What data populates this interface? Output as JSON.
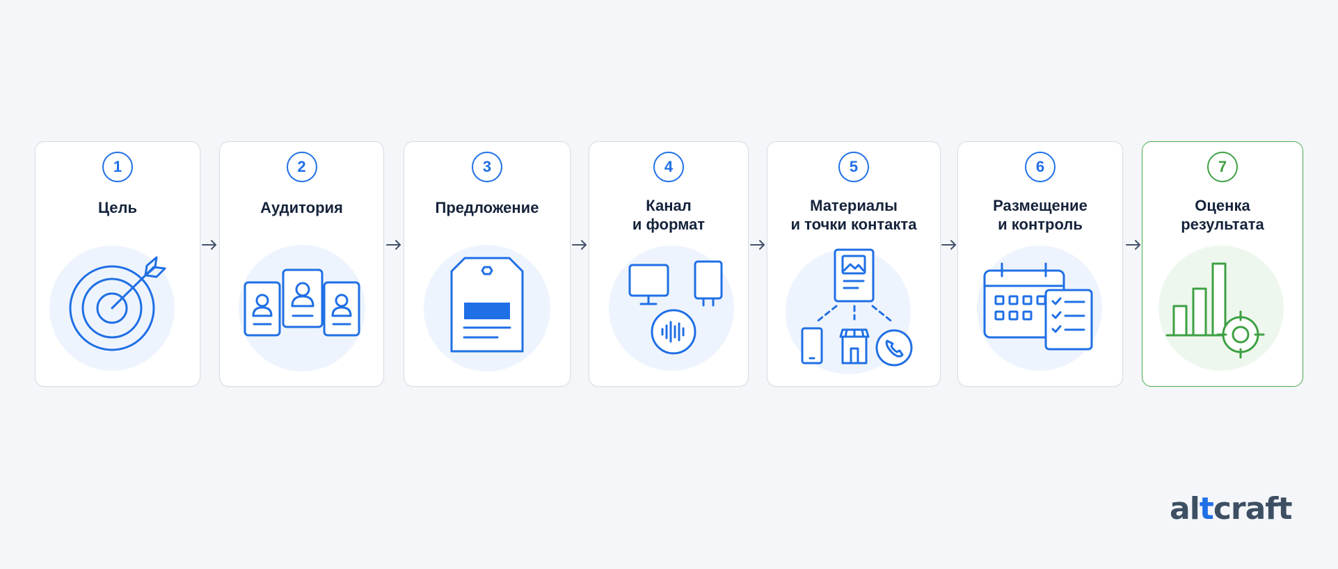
{
  "steps": [
    {
      "number": "1",
      "title_lines": [
        "Цель"
      ],
      "icon": "target-arrow-icon"
    },
    {
      "number": "2",
      "title_lines": [
        "Аудитория"
      ],
      "icon": "audience-profiles-icon"
    },
    {
      "number": "3",
      "title_lines": [
        "Предложение"
      ],
      "icon": "price-tag-icon"
    },
    {
      "number": "4",
      "title_lines": [
        "Канал",
        "и формат"
      ],
      "icon": "channel-devices-icon"
    },
    {
      "number": "5",
      "title_lines": [
        "Материалы",
        "и точки контакта"
      ],
      "icon": "touchpoints-icon"
    },
    {
      "number": "6",
      "title_lines": [
        "Размещение",
        "и контроль"
      ],
      "icon": "calendar-checklist-icon"
    },
    {
      "number": "7",
      "title_lines": [
        "Оценка",
        "результата"
      ],
      "icon": "chart-target-icon"
    }
  ],
  "logo": {
    "text_start": "al",
    "text_accent": "t",
    "text_end": "craft"
  },
  "colors": {
    "accent": "#1f6fe5",
    "final_accent": "#3ea043",
    "final_border": "#4caf50",
    "title": "#15233b",
    "icon_backdrop": "#eef4fd",
    "final_backdrop": "#eef7ee",
    "background": "#f4f6f9"
  }
}
